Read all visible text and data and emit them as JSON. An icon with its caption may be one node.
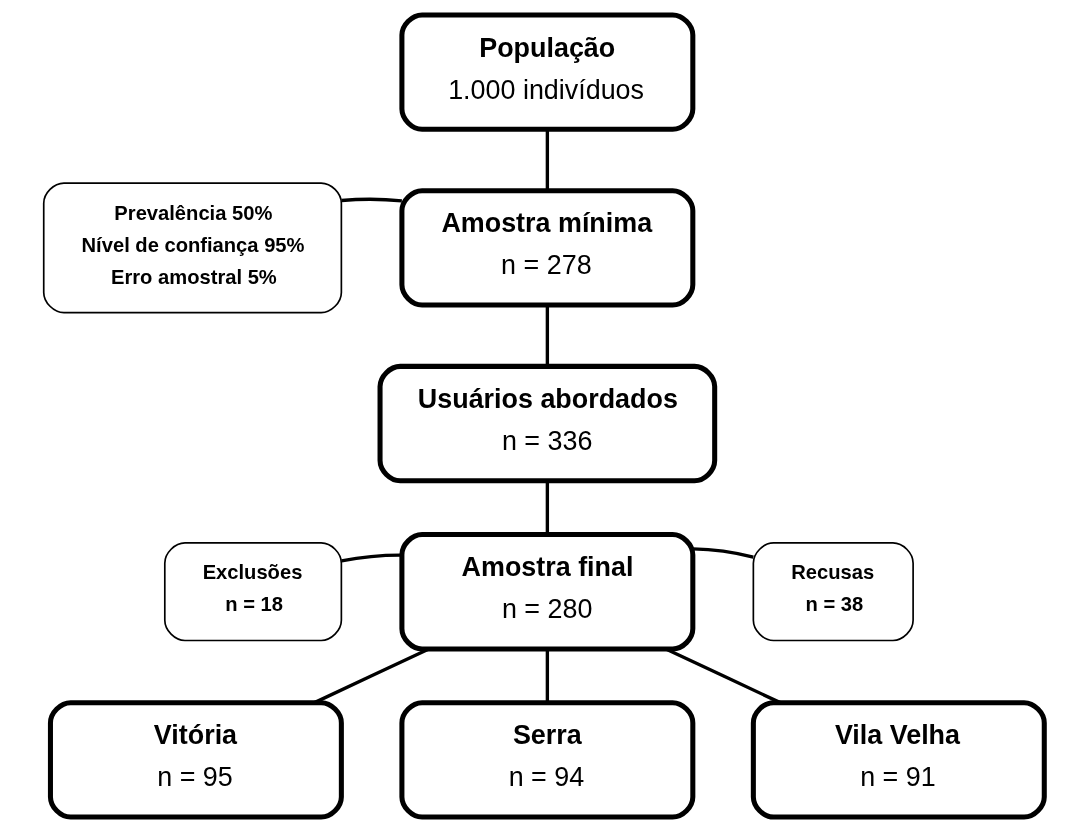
{
  "diagram": {
    "nodes": [
      {
        "text": [
          "População",
          "1.000 indivíduos"
        ]
      },
      {
        "text": [
          "Prevalência 50%",
          "Nível de confiança 95%",
          "Erro amostral 5%"
        ]
      },
      {
        "text": [
          "Amostra mínima",
          "n = 278"
        ]
      },
      {
        "text": [
          "Usuários abordados",
          "n = 336"
        ]
      },
      {
        "text": [
          "Exclusões",
          "n = 18"
        ]
      },
      {
        "text": [
          "Recusas",
          "n = 38"
        ]
      },
      {
        "text": [
          "Amostra final",
          "n = 280"
        ]
      },
      {
        "text": [
          "Vitória",
          "n = 95"
        ]
      },
      {
        "text": [
          "Serra",
          "n = 94"
        ]
      },
      {
        "text": [
          "Vila Velha",
          "n = 91"
        ]
      }
    ],
    "edges": [
      {
        "from": 0,
        "to": 2,
        "arrow": "none"
      },
      {
        "from": 1,
        "to": 2,
        "arrow": "none"
      },
      {
        "from": 2,
        "to": 3,
        "arrow": "none"
      },
      {
        "from": 3,
        "to": 6,
        "arrow": "none"
      },
      {
        "from": 4,
        "to": 6,
        "arrow": "none"
      },
      {
        "from": 5,
        "to": 6,
        "arrow": "none"
      },
      {
        "from": 6,
        "to": 7,
        "arrow": "none"
      },
      {
        "from": 6,
        "to": 8,
        "arrow": "none"
      },
      {
        "from": 6,
        "to": 9,
        "arrow": "none"
      }
    ]
  }
}
